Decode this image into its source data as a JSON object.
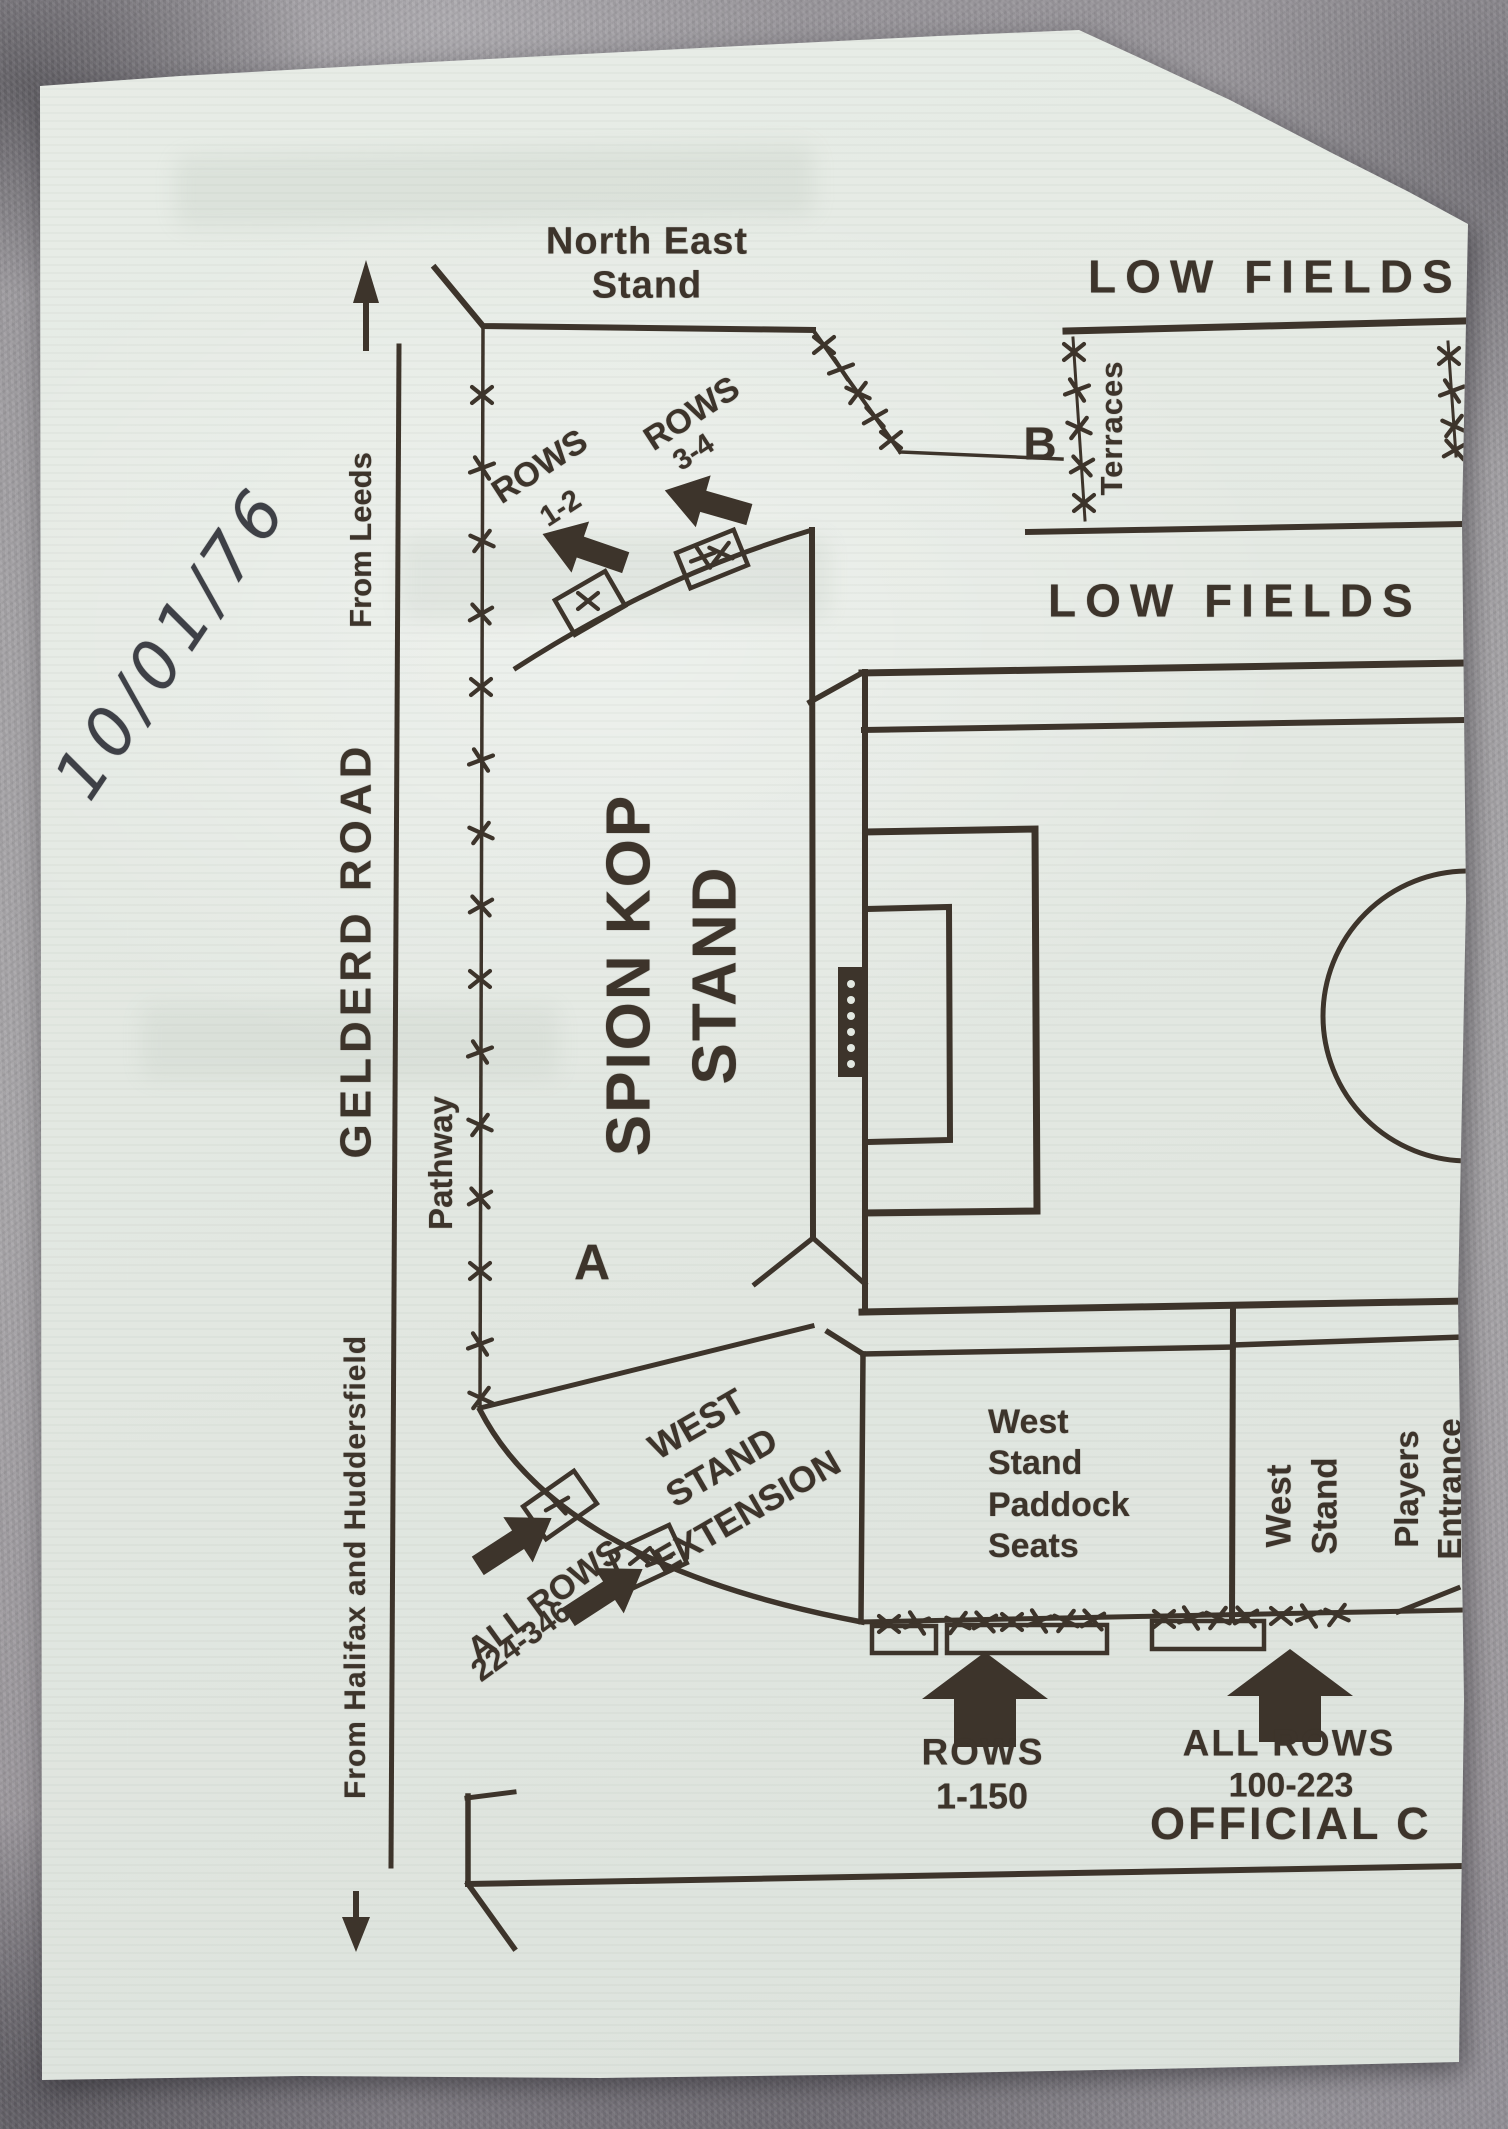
{
  "handwriting": {
    "date": "10/01/76"
  },
  "map": {
    "stands": {
      "north_east_line1": "North East",
      "north_east_line2": "Stand",
      "spion_kop_line1": "SPION KOP",
      "spion_kop_line2": "STAND",
      "section_a": "A",
      "section_b": "B",
      "terraces": "Terraces",
      "west_extension_line1": "WEST",
      "west_extension_line2": "STAND",
      "west_extension_line3": "EXTENSION",
      "paddock_line1": "West",
      "paddock_line2": "Stand",
      "paddock_line3": "Paddock",
      "paddock_line4": "Seats",
      "west_stand_line1": "West",
      "west_stand_line2": "Stand"
    },
    "roads": {
      "low_fields_top": "LOW FIELDS",
      "low_fields_mid": "LOW FIELDS",
      "gelderd_road": "GELDERD ROAD",
      "from_leeds": "From Leeds",
      "from_halifax": "From Halifax and Huddersfield",
      "pathway": "Pathway",
      "official_car_park": "OFFICIAL C"
    },
    "entrances": {
      "kop_rows_word1": "ROWS",
      "kop_rows_word2": "ROWS",
      "kop_rows_range1": "1-2",
      "kop_rows_range2": "3-4",
      "extension_all_rows": "ALL ROWS",
      "extension_rows_range": "224-346",
      "paddock_rows": "ROWS",
      "paddock_rows_range": "1-150",
      "west_stand_all_rows": "ALL ROWS",
      "west_stand_rows_range": "100-223",
      "players_line1": "Players",
      "players_line2": "Entrance"
    },
    "colors": {
      "ink": "#3d342b",
      "paper": "#e3e8e1",
      "stone": "#a19fa2",
      "pen_ink": "#3e4046"
    }
  }
}
